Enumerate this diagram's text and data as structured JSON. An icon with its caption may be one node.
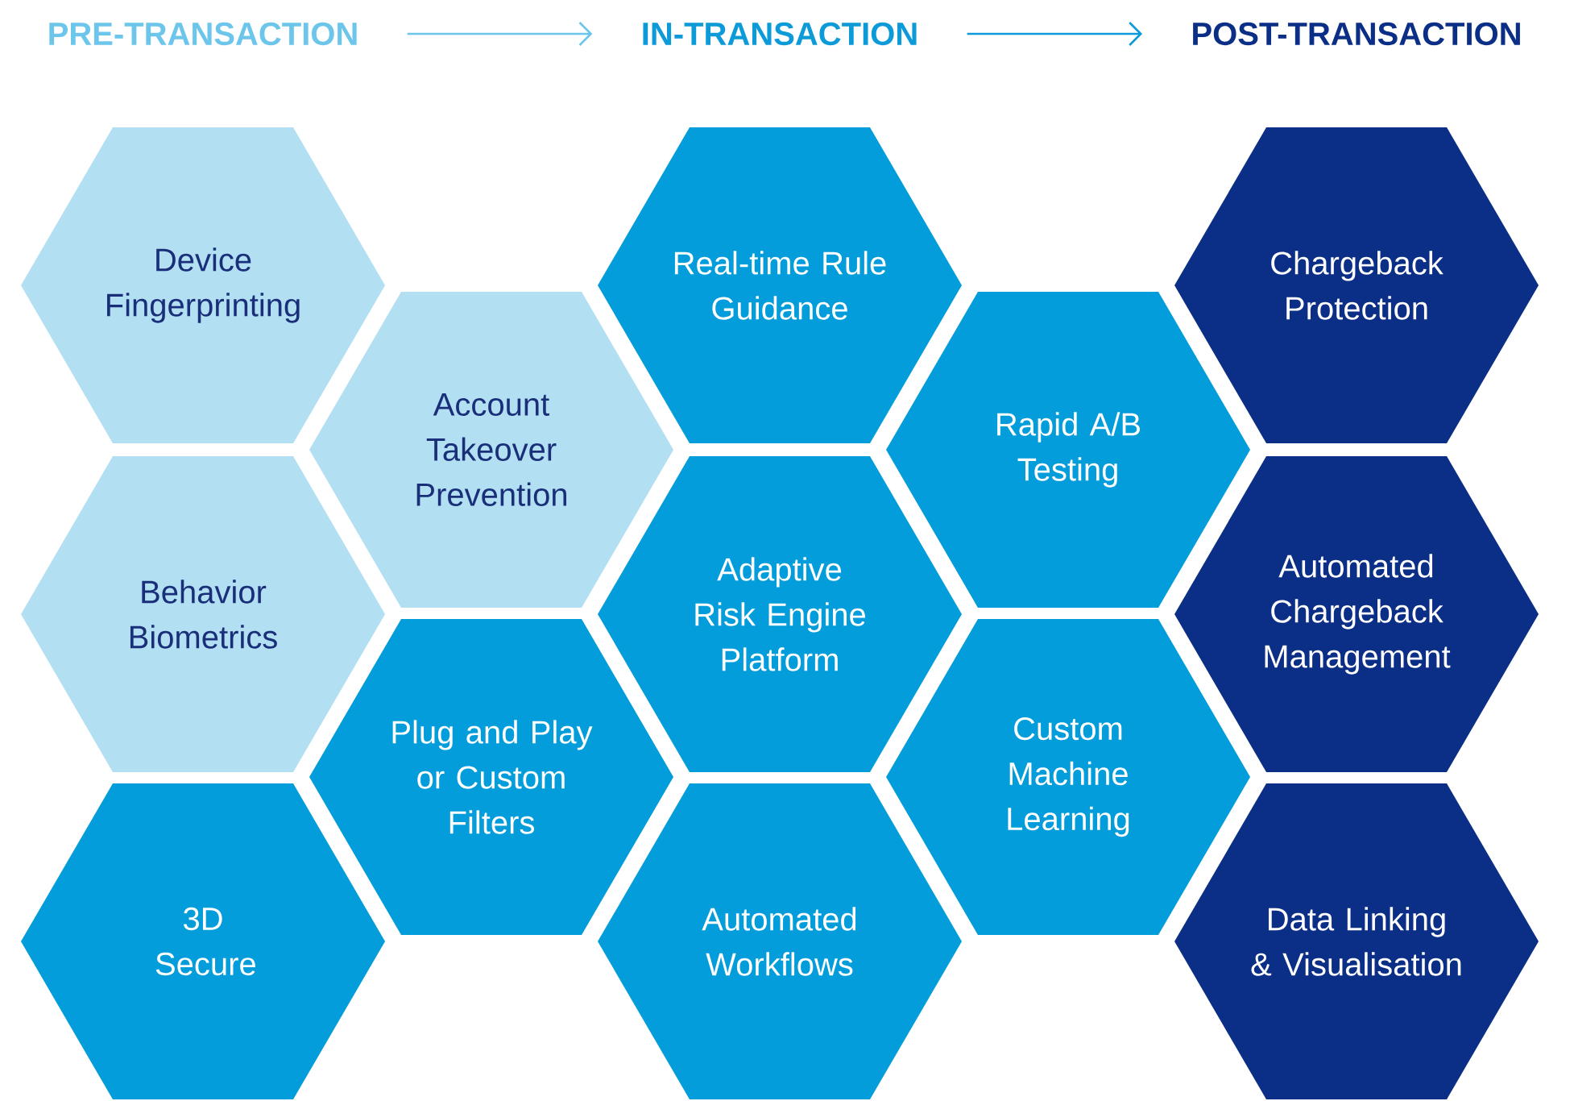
{
  "diagram": {
    "nodes": [
      {
        "text": [
          "PRE-TRANSACTION"
        ]
      },
      {
        "text": [
          "IN-TRANSACTION"
        ]
      },
      {
        "text": [
          "POST-TRANSACTION"
        ]
      },
      {
        "text": [
          "Device Fingerprinting"
        ]
      },
      {
        "text": [
          "Behavior Biometrics"
        ]
      },
      {
        "text": [
          "3D Secure"
        ]
      },
      {
        "text": [
          "Account Takeover Prevention"
        ]
      },
      {
        "text": [
          "Plug and Play or Custom Filters"
        ]
      },
      {
        "text": [
          "Real-time Rule Guidance"
        ]
      },
      {
        "text": [
          "Adaptive Risk Engine Platform"
        ]
      },
      {
        "text": [
          "Automated Workflows"
        ]
      },
      {
        "text": [
          "Rapid A/B Testing"
        ]
      },
      {
        "text": [
          "Custom Machine Learning"
        ]
      },
      {
        "text": [
          "Chargeback Protection"
        ]
      },
      {
        "text": [
          "Automated Chargeback Management"
        ]
      },
      {
        "text": [
          "Data Linking & Visualisation"
        ]
      }
    ],
    "edges": [
      {
        "from": 0,
        "to": 1,
        "arrow": "to",
        "color": "#6cc5ea"
      },
      {
        "from": 1,
        "to": 2,
        "arrow": "to",
        "color": "#0d9ad8"
      }
    ]
  }
}
